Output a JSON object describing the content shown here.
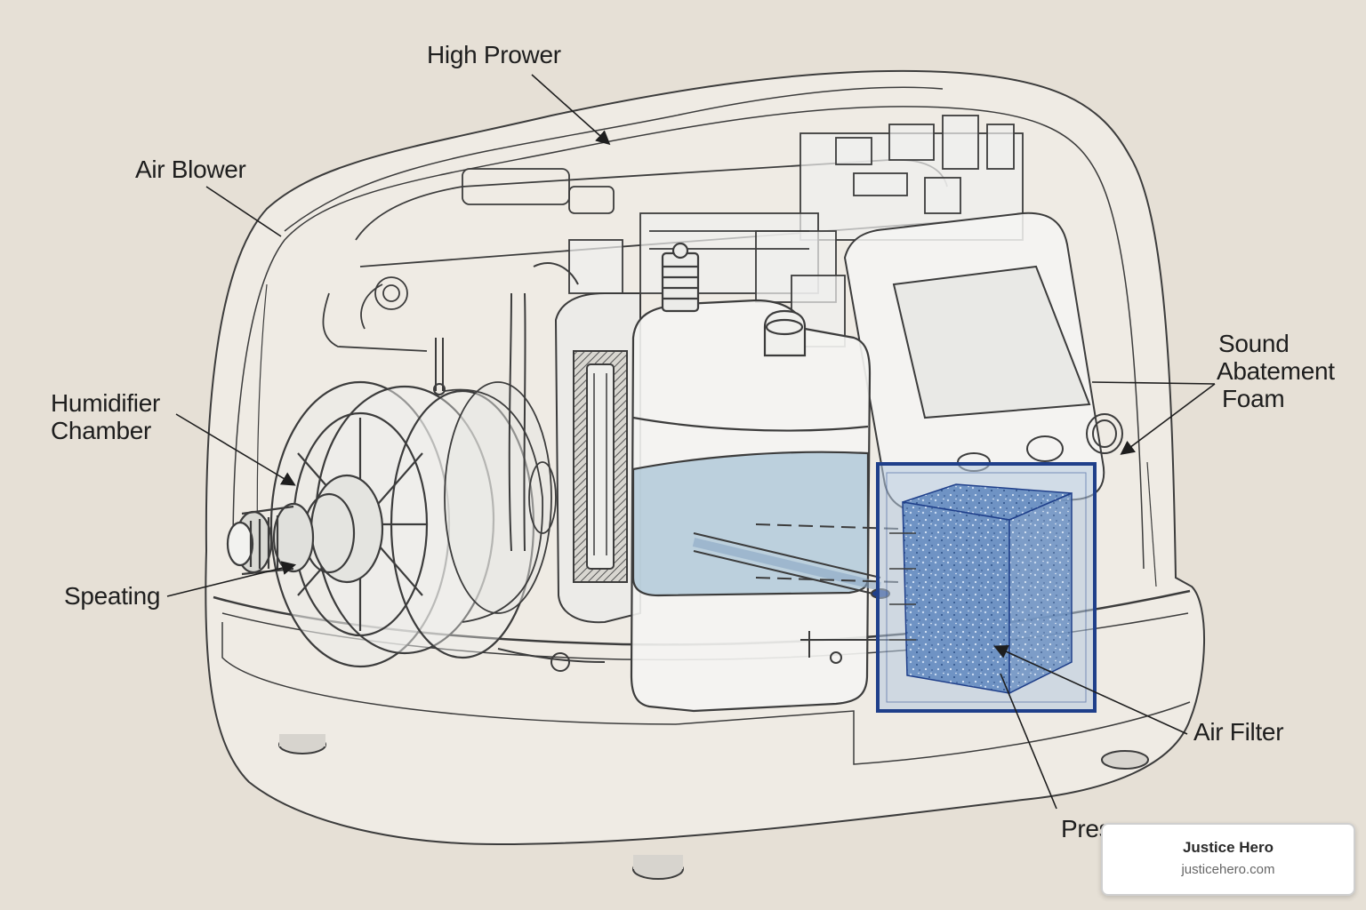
{
  "labels": {
    "high_power": "High Prower",
    "air_blower": "Air Blower",
    "humidifier": [
      "Humidifier",
      "Chamber"
    ],
    "speating": "Speating",
    "sound_abatement": [
      "Sound",
      "Abatement",
      "Foam"
    ],
    "air_filter": "Air Filter",
    "pressure": "Pres"
  },
  "watermark": {
    "title": "Justice Hero",
    "url": "justicehero.com"
  },
  "colors": {
    "background": "#e6e0d6",
    "outline": "#3c3c3c",
    "water": "#a9c4d6",
    "foam": "#6f93c4",
    "highlight": "#1f3f8a"
  }
}
